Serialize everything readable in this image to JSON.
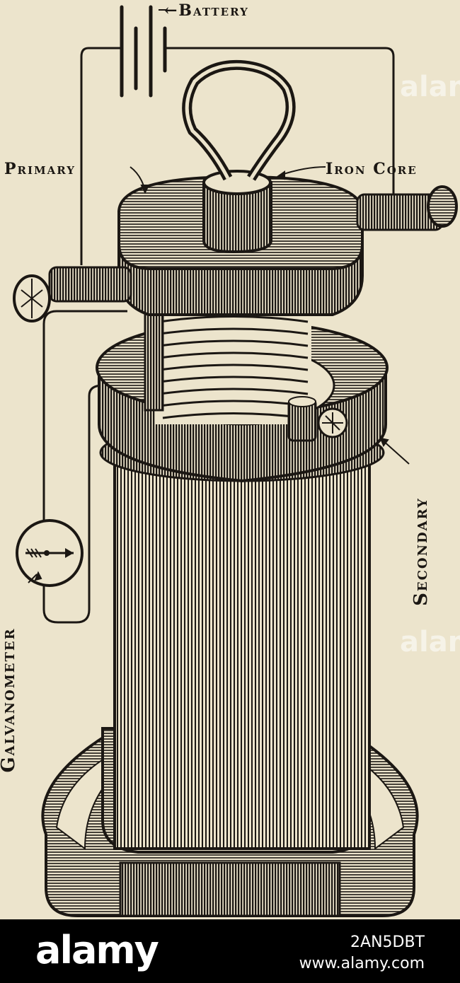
{
  "labels": {
    "battery": "←Battery",
    "primary": "Primary",
    "iron_core": "Iron Core",
    "secondary": "Secondary",
    "galvanometer": "Galvanometer"
  },
  "watermark": "alamy",
  "footer": {
    "brand": "alamy",
    "image_id": "2AN5DBT",
    "url": "www.alamy.com"
  },
  "colors": {
    "paper": "#ece4cc",
    "ink": "#1b1713",
    "footer": "#000000"
  }
}
